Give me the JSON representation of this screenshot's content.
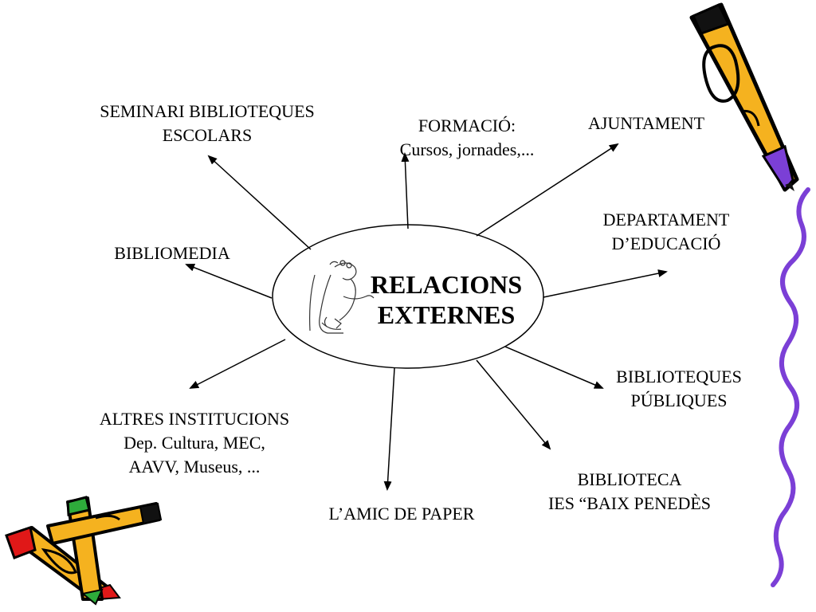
{
  "center": {
    "line1": "RELACIONS",
    "line2": "EXTERNES"
  },
  "nodes": {
    "seminari": {
      "line1": "SEMINARI BIBLIOTEQUES",
      "line2": "ESCOLARS"
    },
    "formacio": {
      "line1": "FORMACIÓ:",
      "line2": "Cursos, jornades,..."
    },
    "ajuntament": {
      "line1": "AJUNTAMENT"
    },
    "departament": {
      "line1": "DEPARTAMENT",
      "line2": "D’EDUCACIÓ"
    },
    "bibliomedia": {
      "line1": "BIBLIOMEDIA"
    },
    "biblioteques": {
      "line1": "BIBLIOTEQUES",
      "line2": "PÚBLIQUES"
    },
    "altres": {
      "line1": "ALTRES INSTITUCIONS",
      "line2": "Dep. Cultura, MEC,",
      "line3": "AAVV, Museus, ..."
    },
    "biblioteca": {
      "line1": "BIBLIOTECA",
      "line2": "IES “BAIX PENEDÈS"
    },
    "amic": {
      "line1": "L’AMIC DE PAPER"
    }
  },
  "colors": {
    "pencil_body": "#f5b21f",
    "pencil_outline": "#000000",
    "pencil_tip_purple": "#7b3fd6",
    "pencil_tip_red": "#e01818",
    "pencil_tip_green": "#2eab3b",
    "squiggle": "#7b3fd6"
  }
}
